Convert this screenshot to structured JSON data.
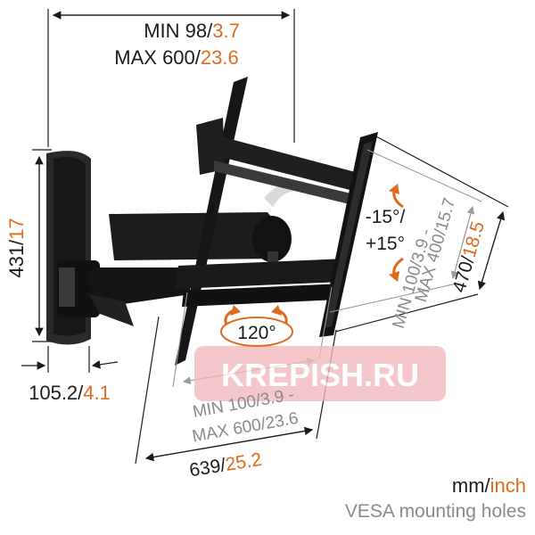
{
  "top_dim": {
    "mm": "MIN 98/",
    "inch": "3.7",
    "mm2": "MAX 600/",
    "inch2": "23.6"
  },
  "height_dim": {
    "mm": "431/",
    "inch": "17"
  },
  "wall_depth_dim": {
    "mm": "105.2/",
    "inch": "4.1"
  },
  "swivel": {
    "value": "120°"
  },
  "tilt": {
    "line1": "-15°/",
    "line2": "+15°"
  },
  "vesa_vertical": {
    "min": "MIN 100/3.9 -",
    "max": "MAX 400/15.7"
  },
  "vesa_horizontal": {
    "min": "MIN 100/3.9 -",
    "max": "MAX 600/23.6"
  },
  "plate_height_dim": {
    "mm": "470/",
    "inch": "18.5"
  },
  "width_dim": {
    "mm": "639/",
    "inch": "25.2"
  },
  "legend": {
    "mm": "mm/",
    "inch": "inch",
    "caption": "VESA mounting holes"
  },
  "watermark": {
    "text": "KREPISH.RU"
  },
  "colors": {
    "accent": "#e06a1e",
    "ink": "#1b1b1b",
    "grey": "#8a8a8a",
    "watermark": "#f2b8bd"
  }
}
